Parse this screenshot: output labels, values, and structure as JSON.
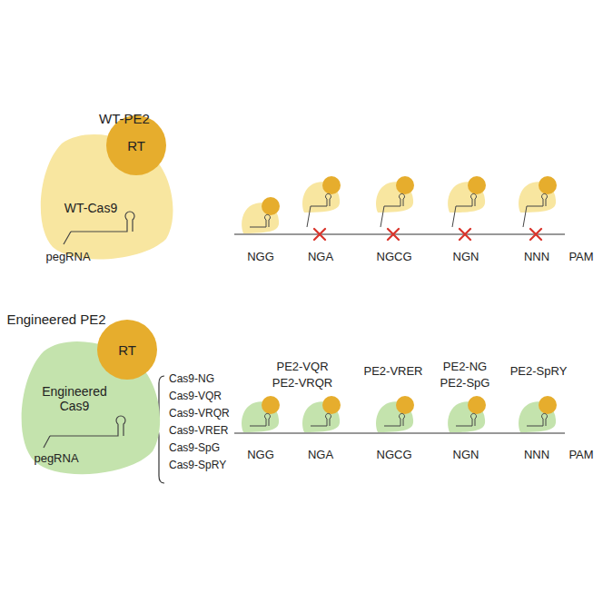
{
  "diagram": {
    "nodes": [
      {
        "text": [
          "WT-PE2",
          "WT-Cas9"
        ]
      },
      {
        "text": [
          "RT"
        ],
        "in": 0
      },
      {
        "text": [
          "Engineered PE2",
          "Engineered Cas9"
        ]
      },
      {
        "text": [
          "RT"
        ],
        "in": 2
      }
    ],
    "labels": [
      "pegRNA",
      "pegRNA",
      "Cas9-NG",
      "Cas9-VQR",
      "Cas9-VRQR",
      "Cas9-VRER",
      "Cas9-SpG",
      "Cas9-SpRY",
      "NGG",
      "NGA",
      "NGCG",
      "NGN",
      "NNN",
      "PAM",
      "PE2-VQR",
      "PE2-VRQR",
      "PE2-VRER",
      "PE2-NG",
      "PE2-SpG",
      "PE2-SpRY",
      "NGG",
      "NGA",
      "NGCG",
      "NGN",
      "NNN",
      "PAM"
    ]
  }
}
